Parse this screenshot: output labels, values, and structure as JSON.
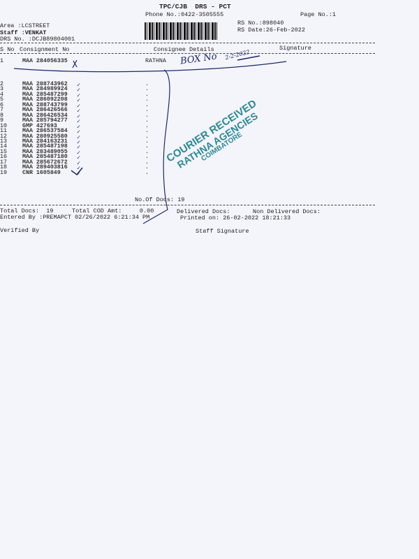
{
  "header": {
    "title": "TPC/CJB  DRS - PCT",
    "phone": "Phone No.:0422-3505555",
    "page_no": "Page No.:1",
    "rs_no": "RS No.:898040",
    "rs_date": "RS Date:26-Feb-2022",
    "area": "Area :LCSTREET",
    "staff": "Staff :VENKAT",
    "drs_no": "DRS No. :DCJB89804001"
  },
  "columns": {
    "sno": "S No",
    "consignment": "Consignment No",
    "consignee": "Consignee Details",
    "signature": "Signature"
  },
  "rows": [
    {
      "sno": "1",
      "consignment": "MAA 284056335",
      "consignee": "RATHNA"
    },
    {
      "sno": "2",
      "consignment": "MAA 288743962"
    },
    {
      "sno": "3",
      "consignment": "MAA 284989924"
    },
    {
      "sno": "4",
      "consignment": "MAA 285487299"
    },
    {
      "sno": "5",
      "consignment": "MAA 286092208"
    },
    {
      "sno": "6",
      "consignment": "MAA 288743799"
    },
    {
      "sno": "7",
      "consignment": "MAA 286426566"
    },
    {
      "sno": "8",
      "consignment": "MAA 286426534"
    },
    {
      "sno": "9",
      "consignment": "MAA 285794277"
    },
    {
      "sno": "10",
      "consignment": "GMP 427693"
    },
    {
      "sno": "11",
      "consignment": "MAA 286537584"
    },
    {
      "sno": "12",
      "consignment": "MAA 280925580"
    },
    {
      "sno": "13",
      "consignment": "MAA 284163231"
    },
    {
      "sno": "14",
      "consignment": "MAA 285487198"
    },
    {
      "sno": "15",
      "consignment": "MAA 283489055"
    },
    {
      "sno": "16",
      "consignment": "MAA 285487180"
    },
    {
      "sno": "17",
      "consignment": "MAA 285672672"
    },
    {
      "sno": "18",
      "consignment": "MAA 289403816"
    },
    {
      "sno": "19",
      "consignment": "CNR 1605849"
    }
  ],
  "summary": {
    "no_of_docs": "No.Of Docs: 19",
    "total_docs": "Total Docs:  19",
    "total_cod": "Total COD Amt:     0.00",
    "delivered": "Delivered Docs:",
    "non_delivered": "Non Delivered Docs:",
    "entered_by": "Entered By :PREMAPCT 02/26/2022 6:21:34 PM",
    "printed_on": "Printed on: 26-02-2022 18:21:33",
    "verified_by": "Verified By",
    "staff_signature": "Staff Signature"
  },
  "handwriting": {
    "box_no": "BOX No",
    "date": "2-2-2022"
  },
  "stamp": {
    "line1": "COURIER RECEIVED",
    "line2": "RATHNA AGENCIES",
    "line3": "COIMBATORE",
    "color": "#2a8a96"
  }
}
